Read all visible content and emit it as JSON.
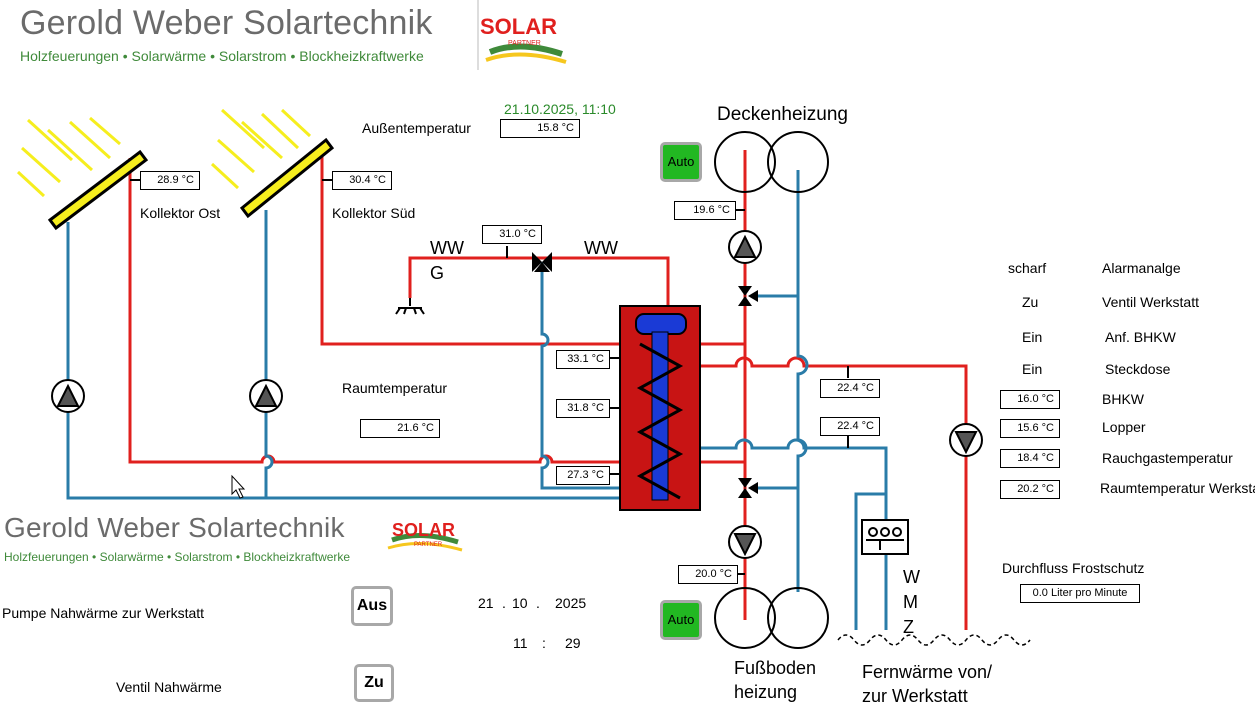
{
  "header": {
    "company": "Gerold Weber Solartechnik",
    "tagline": "Holzfeuerungen • Solarwärme • Solarstrom • Blockheizkraftwerke",
    "logo_text": "SOLAR",
    "logo_sub": "PARTNER",
    "datetime": "21.10.2025,  11:10"
  },
  "colors": {
    "hot_pipe": "#e0201e",
    "cold_pipe": "#2a7ca8",
    "tank": "#c81414",
    "coil": "#1a3ad6",
    "auto": "#22b822"
  },
  "labels": {
    "aussentemp": "Außentemperatur",
    "kollektor_ost": "Kollektor Ost",
    "kollektor_sued": "Kollektor Süd",
    "wwg_ww": "WW",
    "wwg_g": "G",
    "ww": "WW",
    "raumtemperatur": "Raumtemperatur",
    "deckenheizung": "Deckenheizung",
    "fussboden_1": "Fußboden",
    "fussboden_2": "heizung",
    "fernwaerme_1": "Fernwärme von/",
    "fernwaerme_2": "zur Werkstatt",
    "wmz_w": "W",
    "wmz_m": "M",
    "wmz_z": "Z",
    "durchfluss": "Durchfluss Frostschutz"
  },
  "temps": {
    "aussen": "15.8 °C",
    "kollektor_ost": "28.9 °C",
    "kollektor_sued": "30.4 °C",
    "mixer": "31.0 °C",
    "tank_top": "33.1 °C",
    "tank_mid": "31.8 °C",
    "tank_bottom": "27.3 °C",
    "raum": "21.6 °C",
    "decken": "19.6 °C",
    "fussboden": "20.0 °C",
    "fern_1": "22.4 °C",
    "fern_2": "22.4 °C",
    "durchfluss": "0.0 Liter pro Minute"
  },
  "status": [
    {
      "state": "scharf",
      "label": "Alarmanalge"
    },
    {
      "state": "Zu",
      "label": "Ventil Werkstatt"
    },
    {
      "state": "Ein",
      "label": "Anf. BHKW"
    },
    {
      "state": "Ein",
      "label": "Steckdose"
    }
  ],
  "readings": [
    {
      "value": "16.0 °C",
      "label": "BHKW"
    },
    {
      "value": "15.6 °C",
      "label": "Lopper"
    },
    {
      "value": "18.4 °C",
      "label": "Rauchgastemperatur"
    },
    {
      "value": "20.2 °C",
      "label": "Raumtemperatur Werkstatt"
    }
  ],
  "controls": {
    "auto_top": "Auto",
    "auto_bottom": "Auto",
    "pumpe_label": "Pumpe  Nahwärme zur Werkstatt",
    "pumpe_button": "Aus",
    "ventil_label": "Ventil Nahwärme",
    "ventil_button": "Zu",
    "date_day": "21",
    "date_month": "10",
    "date_year": "2025",
    "time_hour": "11",
    "time_min": "29",
    "dot": ".",
    "colon": ":"
  }
}
